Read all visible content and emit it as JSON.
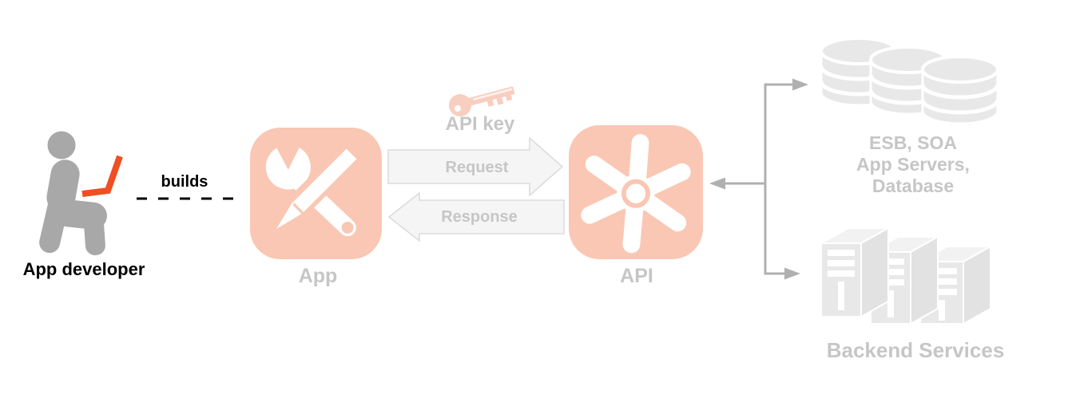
{
  "diagram_title": "App developer builds an App that calls an API with an API key to reach backend services",
  "nodes": {
    "developer": {
      "label": "App developer",
      "icon": "seated-person-laptop-icon"
    },
    "builds_edge": {
      "label": "builds"
    },
    "app": {
      "label": "App",
      "icon": "wrench-and-pencil-icon"
    },
    "api_key": {
      "label": "API key",
      "icon": "key-icon"
    },
    "request_arrow": {
      "label": "Request"
    },
    "response_arrow": {
      "label": "Response"
    },
    "api": {
      "label": "API",
      "icon": "cog-asterisk-icon"
    },
    "esb": {
      "lines": [
        "ESB, SOA",
        "App Servers,",
        "Database"
      ],
      "icon": "database-stack-icon"
    },
    "backend": {
      "label": "Backend Services",
      "icon": "server-towers-icon"
    }
  },
  "colors": {
    "salmon": "#F9C7B3",
    "salmon_light": "#F8CEC0",
    "orange": "#F04E23",
    "person_gray": "#A8A8A8",
    "asset_gray": "#E8E8E8",
    "asset_gray_top": "#F2F2F2",
    "asset_gray_side": "#E2E2E2",
    "label_gray": "#C6C6C6",
    "connector_gray": "#B0B0B0",
    "arrow_fill": "#F5F5F5",
    "arrow_border": "#DBDBDB",
    "text_black": "#000000"
  }
}
